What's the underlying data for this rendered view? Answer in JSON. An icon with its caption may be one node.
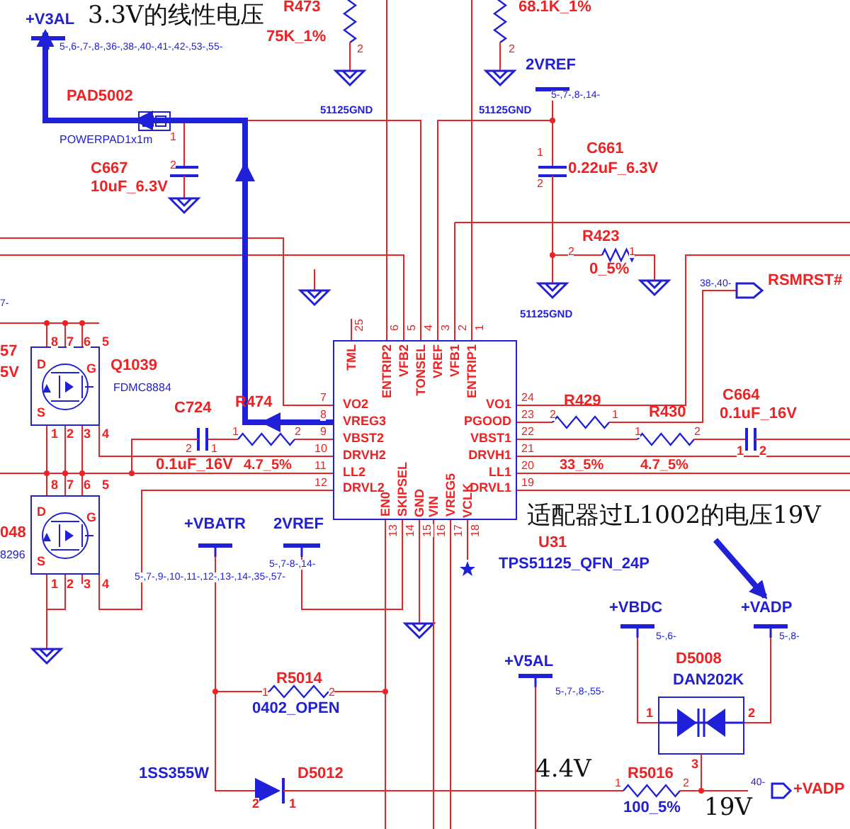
{
  "diagram": {
    "nodes": [
      {
        "text": [
          "TML",
          "ENTRIP2",
          "VFB2",
          "TONSEL",
          "VREF",
          "VFB1",
          "ENTRIP1",
          "VO2",
          "VREG3",
          "VBST2",
          "DRVH2",
          "LL2",
          "DRVL2",
          "VO1",
          "PGOOD",
          "VBST1",
          "DRVH1",
          "LL1",
          "DRVL1",
          "EN0",
          "SKIPSEL",
          "GND",
          "VIN",
          "VREG5",
          "VCLK"
        ],
        "beside": [
          "U31",
          "TPS51125_QFN_24P"
        ]
      },
      {
        "text": [
          "+V3AL"
        ],
        "beside": [
          "5-,6-,7-,8-,36-,38-,40-,41-,42-,53-,55-"
        ]
      },
      {
        "text": [
          "适配器过L1002的电压19V"
        ]
      },
      {
        "text": [
          "+VADP"
        ],
        "beside": [
          "5-,8-"
        ]
      }
    ],
    "edges": [
      {
        "from": 0,
        "to": 1,
        "arrow": "to"
      },
      {
        "from": 2,
        "to": 3,
        "arrow": "to"
      }
    ],
    "labels": [
      "3.3V的线性电压",
      "R473",
      "68.1K_1%",
      "75K_1%",
      "2",
      "2",
      "2VREF",
      "PAD5002",
      "5-,7-,8-,14-",
      "51125GND",
      "51125GND",
      "POWERPAD1x1m",
      "1",
      "1",
      "C661",
      "C667",
      "2",
      "0.22uF_6.3V",
      "10uF_6.3V",
      "2",
      "R423",
      "2",
      "1",
      "0_5%",
      "38-,40-",
      "RSMRST#",
      "7-",
      "51125GND",
      "25",
      "6",
      "5",
      "4",
      "3",
      "2",
      "1",
      "8",
      "7",
      "6",
      "5",
      "57",
      "5V",
      "D",
      "G",
      "Q1039",
      "FDMC8884",
      "R474",
      "7",
      "24",
      "R429",
      "C664",
      "S",
      "C724",
      "0.1uF_16V",
      "8",
      "23",
      "2",
      "1",
      "R430",
      "1",
      "2",
      "3",
      "4",
      "1",
      "2",
      "9",
      "22",
      "1",
      "2",
      "2",
      "1",
      "4.7_5%",
      "10",
      "21",
      "33_5%",
      "4.7_5%",
      "1",
      "2",
      "0.1uF_16V",
      "11",
      "20",
      "8",
      "7",
      "6",
      "5",
      "12",
      "19",
      "D",
      "G",
      "+VBATR",
      "2VREF",
      "048",
      "13",
      "14",
      "15",
      "16",
      "17",
      "18",
      "8296",
      "S",
      "5-,7-8-,14-",
      "5-,7-,9-,10-,11-,12-,13-,14-,35-,57-",
      "1",
      "2",
      "3",
      "4",
      "+VBDC",
      "5-,6-",
      "+V5AL",
      "D5008",
      "R5014",
      "DAN202K",
      "1",
      "2",
      "5-,7-,8-,55-",
      "0402_OPEN",
      "1",
      "2",
      "4.4V",
      "3",
      "1SS355W",
      "D5012",
      "R5016",
      "1",
      "2",
      "40-",
      "+VADP",
      "2",
      "1",
      "100_5%",
      "19V"
    ]
  }
}
